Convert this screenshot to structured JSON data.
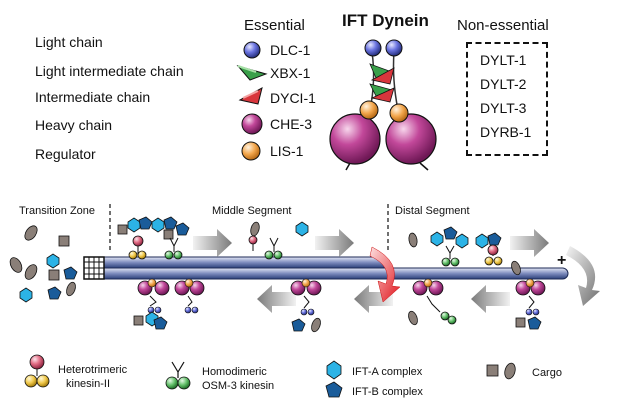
{
  "title": "IFT Dynein",
  "essential_header": "Essential",
  "nonessential_header": "Non-essential",
  "components": [
    {
      "role": "Light chain",
      "essential": "DLC-1",
      "icon": "blue-sphere-icon"
    },
    {
      "role": "Light intermediate chain",
      "essential": "XBX-1",
      "icon": "green-wedge-icon"
    },
    {
      "role": "Intermediate chain",
      "essential": "DYCI-1",
      "icon": "red-wedge-icon"
    },
    {
      "role": "Heavy chain",
      "essential": "CHE-3",
      "icon": "magenta-sphere-icon"
    },
    {
      "role": "Regulator",
      "essential": "LIS-1",
      "icon": "orange-sphere-icon"
    }
  ],
  "non_essential": [
    "DYLT-1",
    "DYLT-2",
    "DYLT-3",
    "DYRB-1"
  ],
  "segments": {
    "transition_zone": "Transition Zone",
    "middle_segment": "Middle Segment",
    "distal_segment": "Distal Segment"
  },
  "plus_end": "+",
  "legend": {
    "heterotrimeric": [
      "Heterotrimeric",
      "kinesin-II"
    ],
    "homodimeric": [
      "Homodimeric",
      "OSM-3 kinesin"
    ],
    "ift_a": "IFT-A complex",
    "ift_b": "IFT-B complex",
    "cargo": "Cargo"
  },
  "colors": {
    "dlc": "#5b63d8",
    "xbx": "#3aa04a",
    "dyci": "#d8363c",
    "che": "#b7378c",
    "lis": "#f2a64c",
    "ift_a": "#2cb3e6",
    "ift_b": "#1a5c9a",
    "cargo": "#8a7f78",
    "axoneme": "#2b3f7a"
  }
}
